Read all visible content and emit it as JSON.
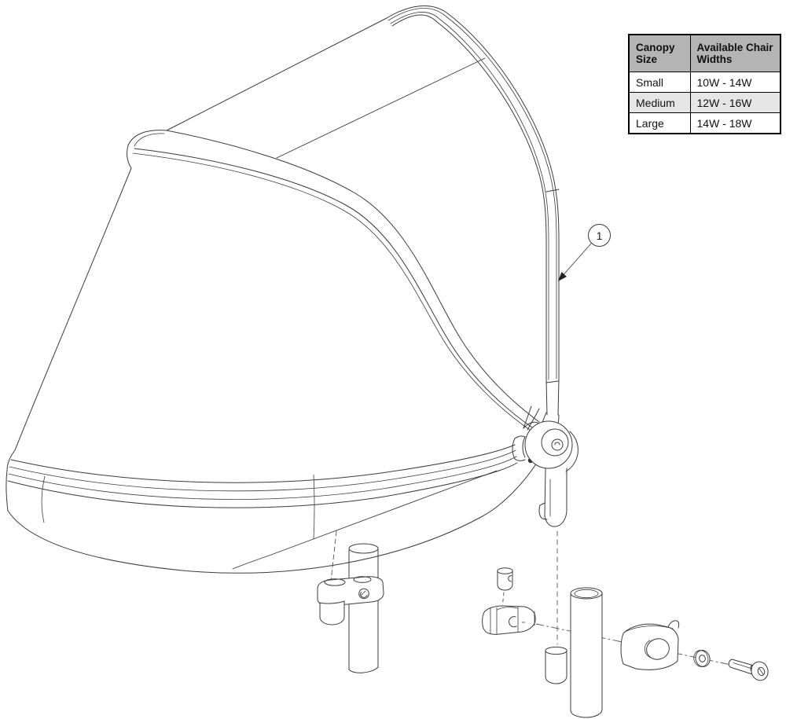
{
  "callout": {
    "label": "1"
  },
  "size_table": {
    "col1_header": "Canopy Size",
    "col2_header": "Available Chair Widths",
    "rows": [
      {
        "size": "Small",
        "widths": "10W - 14W"
      },
      {
        "size": "Medium",
        "widths": "12W - 16W"
      },
      {
        "size": "Large",
        "widths": "14W - 18W"
      }
    ]
  },
  "colors": {
    "line": "#3b3b3b",
    "table_header_bg": "#b4b4b4",
    "table_alt_row_bg": "#e5e5e5",
    "table_border": "#000000"
  }
}
